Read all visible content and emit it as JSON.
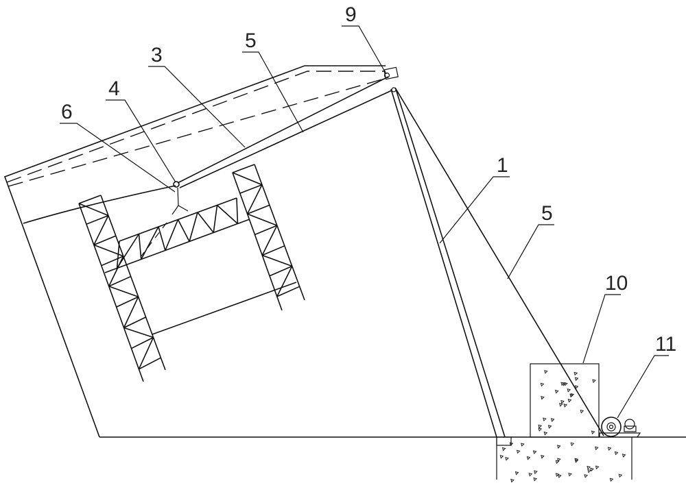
{
  "labels": {
    "cable_top": "5",
    "boom": "3",
    "joint": "4",
    "hook": "6",
    "pulley_top": "9",
    "mast": "1",
    "cable_right": "5",
    "counterweight": "10",
    "winch": "11"
  }
}
